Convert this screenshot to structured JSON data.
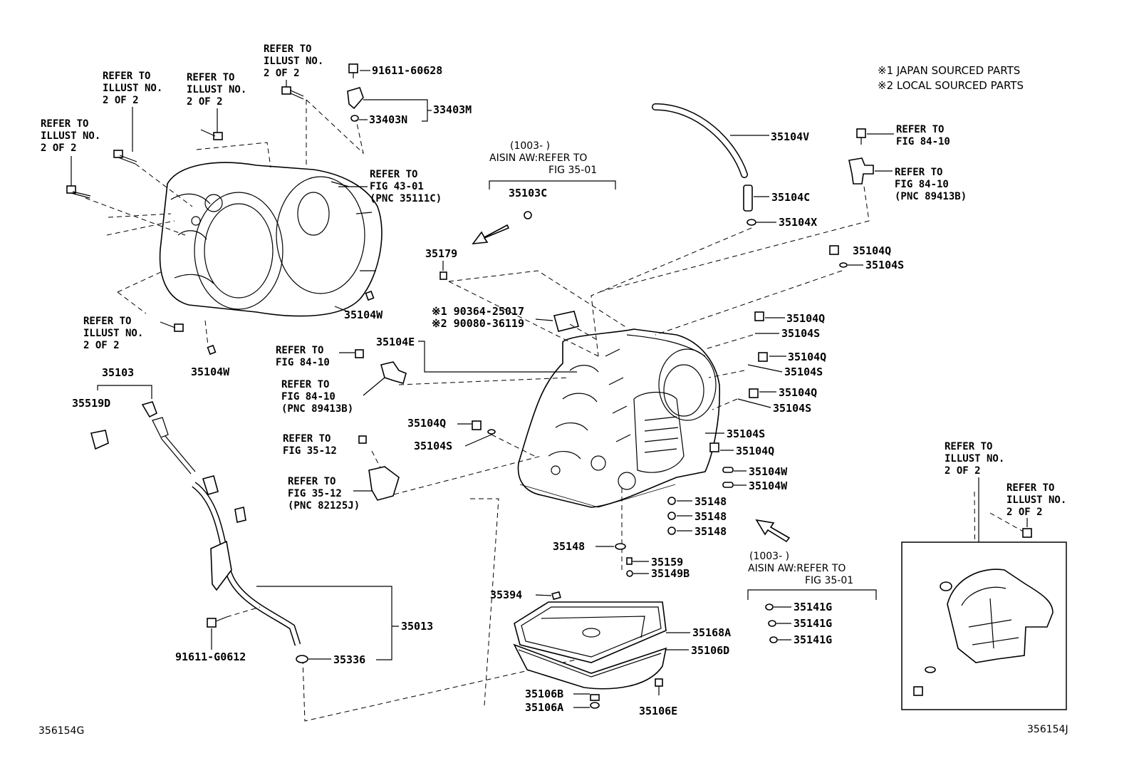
{
  "legend": {
    "line1": "※1  JAPAN SOURCED PARTS",
    "line2": "※2  LOCAL SOURCED PARTS"
  },
  "illustration_codes": {
    "left": "356154G",
    "right": "356154J"
  },
  "refer": {
    "r1": [
      "REFER TO",
      "ILLUST NO.",
      "2 OF 2"
    ],
    "r2": [
      "REFER TO",
      "ILLUST NO.",
      "2 OF 2"
    ],
    "r3": [
      "REFER TO",
      "ILLUST NO.",
      "2 OF 2"
    ],
    "r4": [
      "REFER TO",
      "ILLUST NO.",
      "2 OF 2"
    ],
    "r5": [
      "REFER TO",
      "ILLUST NO.",
      "2 OF 2"
    ],
    "fig4301": [
      "REFER TO",
      "FIG 43-01",
      "(PNC 35111C)"
    ],
    "aisin_top": [
      "(1003-    )",
      "AISIN AW:REFER TO",
      "FIG 35-01"
    ],
    "aisin_bottom": [
      "(1003-    )",
      "AISIN AW:REFER TO",
      "FIG 35-01"
    ],
    "fig8410_tr_a": [
      "REFER TO",
      "FIG 84-10"
    ],
    "fig8410_tr_b": [
      "REFER TO",
      "FIG 84-10",
      "(PNC 89413B)"
    ],
    "fig8410_l_a": [
      "REFER TO",
      "FIG 84-10"
    ],
    "fig8410_l_b": [
      "REFER TO",
      "FIG 84-10",
      "(PNC 89413B)"
    ],
    "fig3512_a": [
      "REFER TO",
      "FIG 35-12"
    ],
    "fig3512_b": [
      "REFER TO",
      "FIG 35-12",
      "(PNC 82125J)"
    ],
    "inset_a": [
      "REFER TO",
      "ILLUST NO.",
      "2 OF 2"
    ],
    "inset_b": [
      "REFER TO",
      "ILLUST NO.",
      "2 OF 2"
    ]
  },
  "parts": {
    "p91611_60628": "91611-60628",
    "p33403M": "33403M",
    "p33403N": "33403N",
    "p35104V": "35104V",
    "p35103C": "35103C",
    "p35104C": "35104C",
    "p35104X": "35104X",
    "p35179": "35179",
    "p35104Q_a": "35104Q",
    "p35104S_a": "35104S",
    "p35104W_a": "35104W",
    "p190364": "※1 90364-25017",
    "p290080": "※2 90080-36119",
    "p35104E": "35104E",
    "p35104Q_b": "35104Q",
    "p35104S_b": "35104S",
    "p35104Q_c": "35104Q",
    "p35104S_c": "35104S",
    "p35104Q_d": "35104Q",
    "p35104S_d": "35104S",
    "p35104W_b": "35104W",
    "p35103": "35103",
    "p35519D": "35519D",
    "p35104Q_e": "35104Q",
    "p35104S_e": "35104S",
    "p35104S_f": "35104S",
    "p35104Q_f": "35104Q",
    "p35104W_c": "35104W",
    "p35104W_d": "35104W",
    "p35148_a": "35148",
    "p35148_b": "35148",
    "p35148_c": "35148",
    "p35148_d": "35148",
    "p35159": "35159",
    "p35149B": "35149B",
    "p35141G_a": "35141G",
    "p35141G_b": "35141G",
    "p35141G_c": "35141G",
    "p35394": "35394",
    "p35168A": "35168A",
    "p35106D": "35106D",
    "p35013": "35013",
    "p35336": "35336",
    "p91611_G0612": "91611-G0612",
    "p35106B": "35106B",
    "p35106A": "35106A",
    "p35106E": "35106E"
  }
}
